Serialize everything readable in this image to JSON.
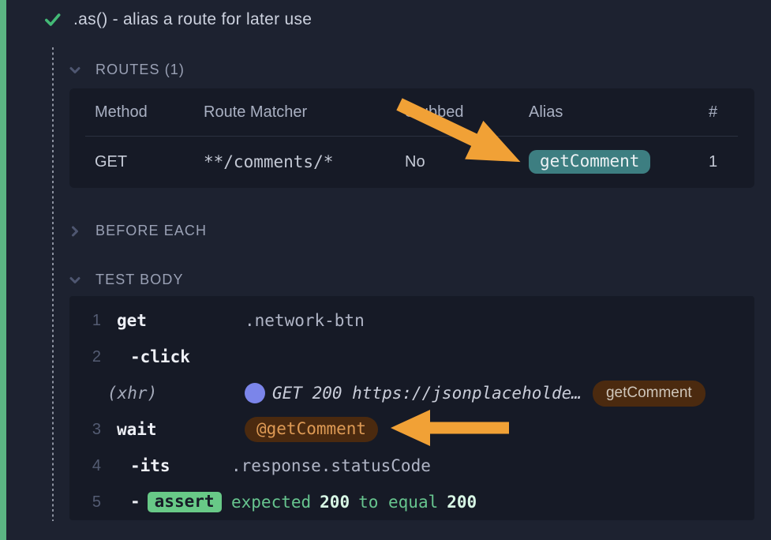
{
  "test": {
    "title": ".as() - alias a route for later use",
    "state": "passed"
  },
  "sections": {
    "routes": {
      "label": "ROUTES (1)",
      "expanded": true
    },
    "before_each": {
      "label": "BEFORE EACH",
      "expanded": false
    },
    "test_body": {
      "label": "TEST BODY",
      "expanded": true
    }
  },
  "routes_table": {
    "headers": [
      "Method",
      "Route Matcher",
      "Stubbed",
      "Alias",
      "#"
    ],
    "row": {
      "method": "GET",
      "route_matcher": "**/comments/*",
      "stubbed": "No",
      "alias": "getComment",
      "count": "1"
    }
  },
  "commands": [
    {
      "number": "1",
      "name": "get",
      "message": ".network-btn"
    },
    {
      "number": "2",
      "name": "-click"
    },
    {
      "name": "(xhr)",
      "message": "GET 200 https://jsonplaceholde…",
      "alias_badge": "getComment"
    },
    {
      "number": "3",
      "name": "wait",
      "alias_ref": "@getComment"
    },
    {
      "number": "4",
      "name": "-its",
      "message": ".response.statusCode"
    },
    {
      "number": "5",
      "name": "-",
      "badge": "assert",
      "assertion": {
        "word1": "expected",
        "value1": "200",
        "word2": "to equal",
        "value2": "200"
      }
    }
  ],
  "colors": {
    "pass_green": "#5bb583",
    "check_green": "#43ba76",
    "arrow_orange": "#f1a136",
    "alias_teal": "#3d7e81",
    "route_badge_brown": "#4b2a0f",
    "alias_text_orange": "#dd9a55",
    "assert_green": "#68c987",
    "xhr_dot_blue": "#7b85ea"
  }
}
